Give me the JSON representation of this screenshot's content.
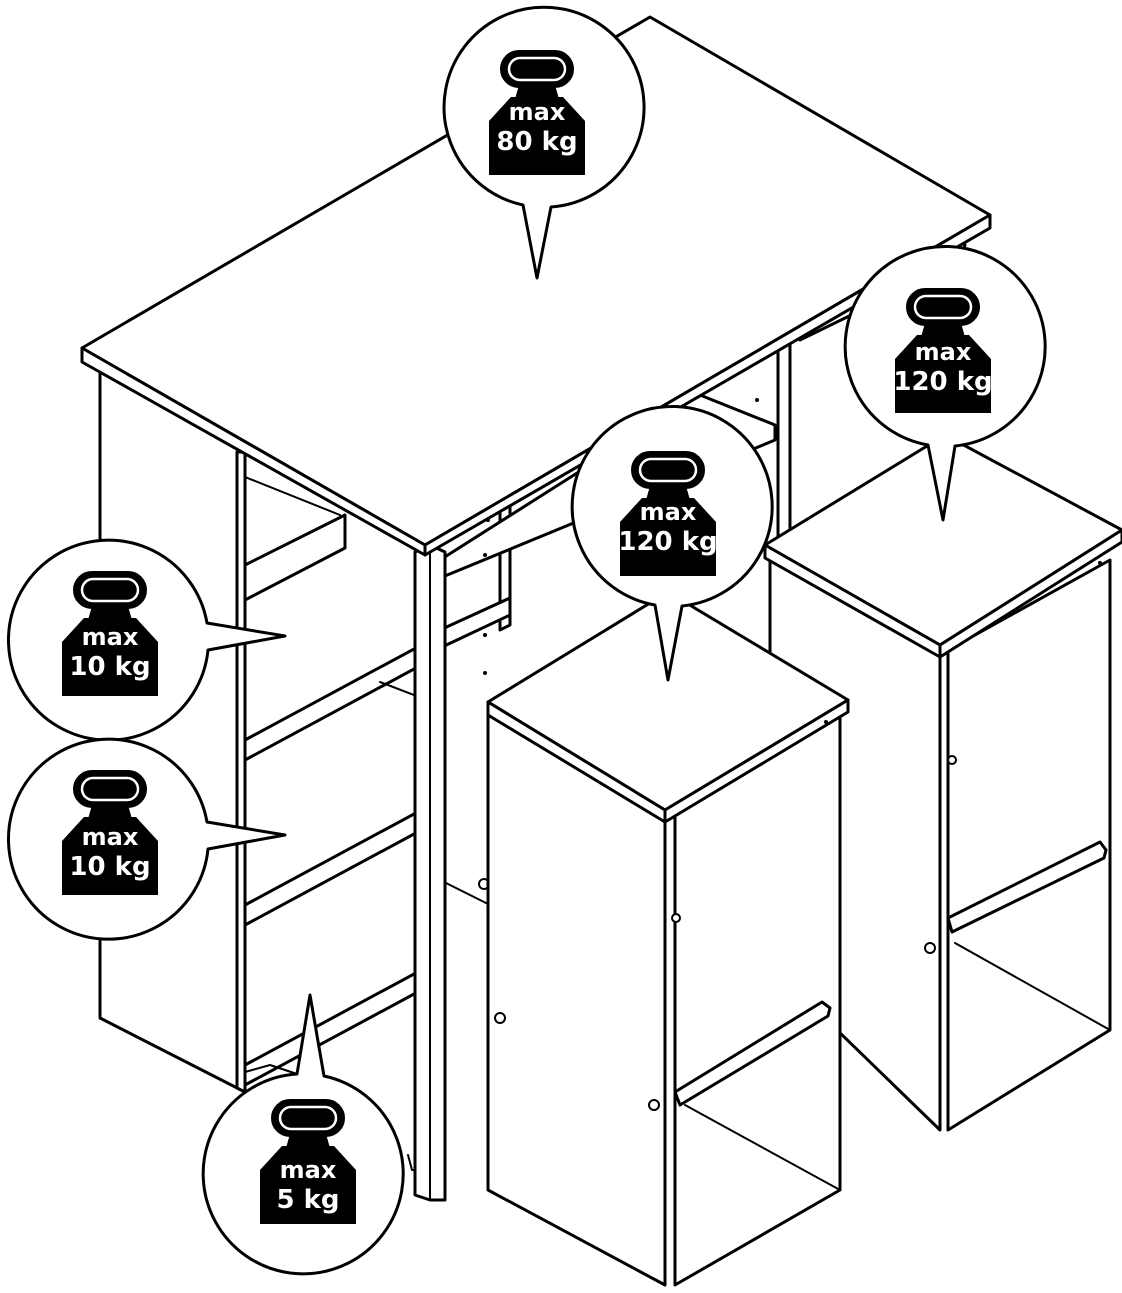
{
  "figure": {
    "kind": "bar table and two bar stools — maximum load diagram"
  },
  "loads": [
    {
      "id": "tabletop",
      "line1": "max",
      "line2": "80 kg"
    },
    {
      "id": "stool-right",
      "line1": "max",
      "line2": "120 kg"
    },
    {
      "id": "stool-front",
      "line1": "max",
      "line2": "120 kg"
    },
    {
      "id": "shelf-upper",
      "line1": "max",
      "line2": "10 kg"
    },
    {
      "id": "shelf-middle",
      "line1": "max",
      "line2": "10 kg"
    },
    {
      "id": "shelf-bottom",
      "line1": "max",
      "line2": "5 kg"
    }
  ]
}
